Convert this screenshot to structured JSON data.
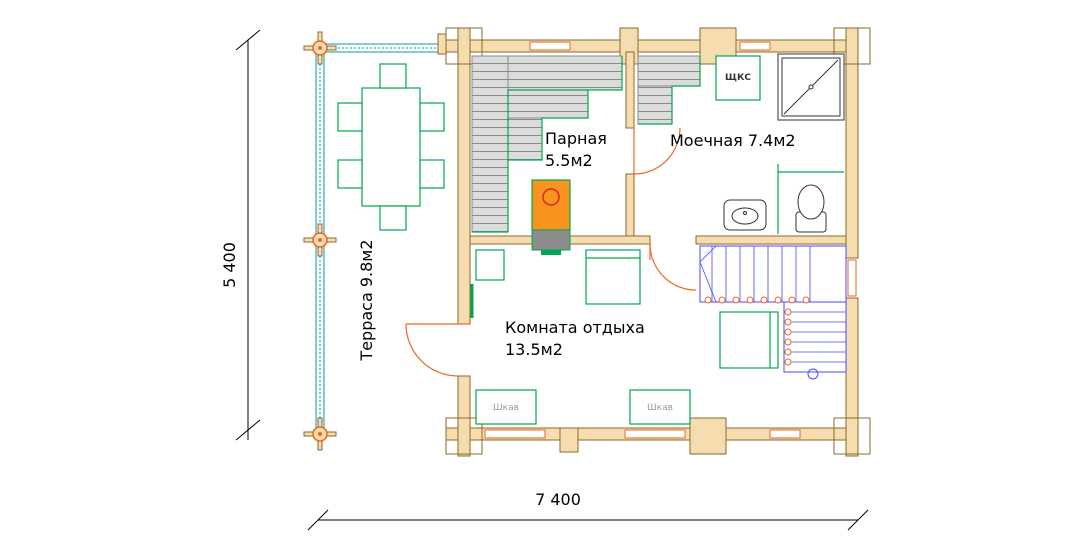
{
  "rooms": {
    "steam": {
      "name": "Парная",
      "area": "5.5м2"
    },
    "wash": {
      "label": "Моечная 7.4м2"
    },
    "rest": {
      "name": "Комната отдыха",
      "area": "13.5м2"
    },
    "terrace": {
      "label": "Терраса 9.8м2"
    }
  },
  "dimensions": {
    "width": "7 400",
    "height": "5 400"
  },
  "furniture": {
    "wardrobe_1": "Шкав",
    "wardrobe_2": "Шкав",
    "boiler": "ЩКС"
  },
  "colors": {
    "wall": "#f5ddb0",
    "wall_stroke": "#8a6a2a",
    "furniture": "#00a651",
    "bench": "#d9d9d9",
    "stove": "#f7941d",
    "stairs": "#4a4aff",
    "terrace_rail": "#009bb0",
    "door": "#f26522",
    "window": "#f26522"
  }
}
